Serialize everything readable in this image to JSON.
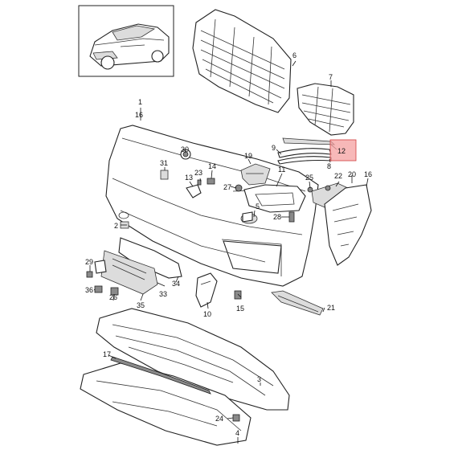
{
  "diagram": {
    "highlight_color": "#f4a0a0",
    "callouts": {
      "c1": "1",
      "c16a": "16",
      "c2": "2",
      "c3": "3",
      "c4": "4",
      "c5": "5",
      "c6": "6",
      "c7": "7",
      "c8": "8",
      "c9": "9",
      "c10": "10",
      "c11": "11",
      "c12": "12",
      "c13": "13",
      "c14": "14",
      "c15": "15",
      "c16b": "16",
      "c17": "17",
      "c19": "19",
      "c20": "20",
      "c21": "21",
      "c22": "22",
      "c23": "23",
      "c24": "24",
      "c25": "25",
      "c26": "26",
      "c27": "27",
      "c28": "28",
      "c29": "29",
      "c30": "30",
      "c31": "31",
      "c33": "33",
      "c34": "34",
      "c35": "35",
      "c36": "36"
    }
  }
}
